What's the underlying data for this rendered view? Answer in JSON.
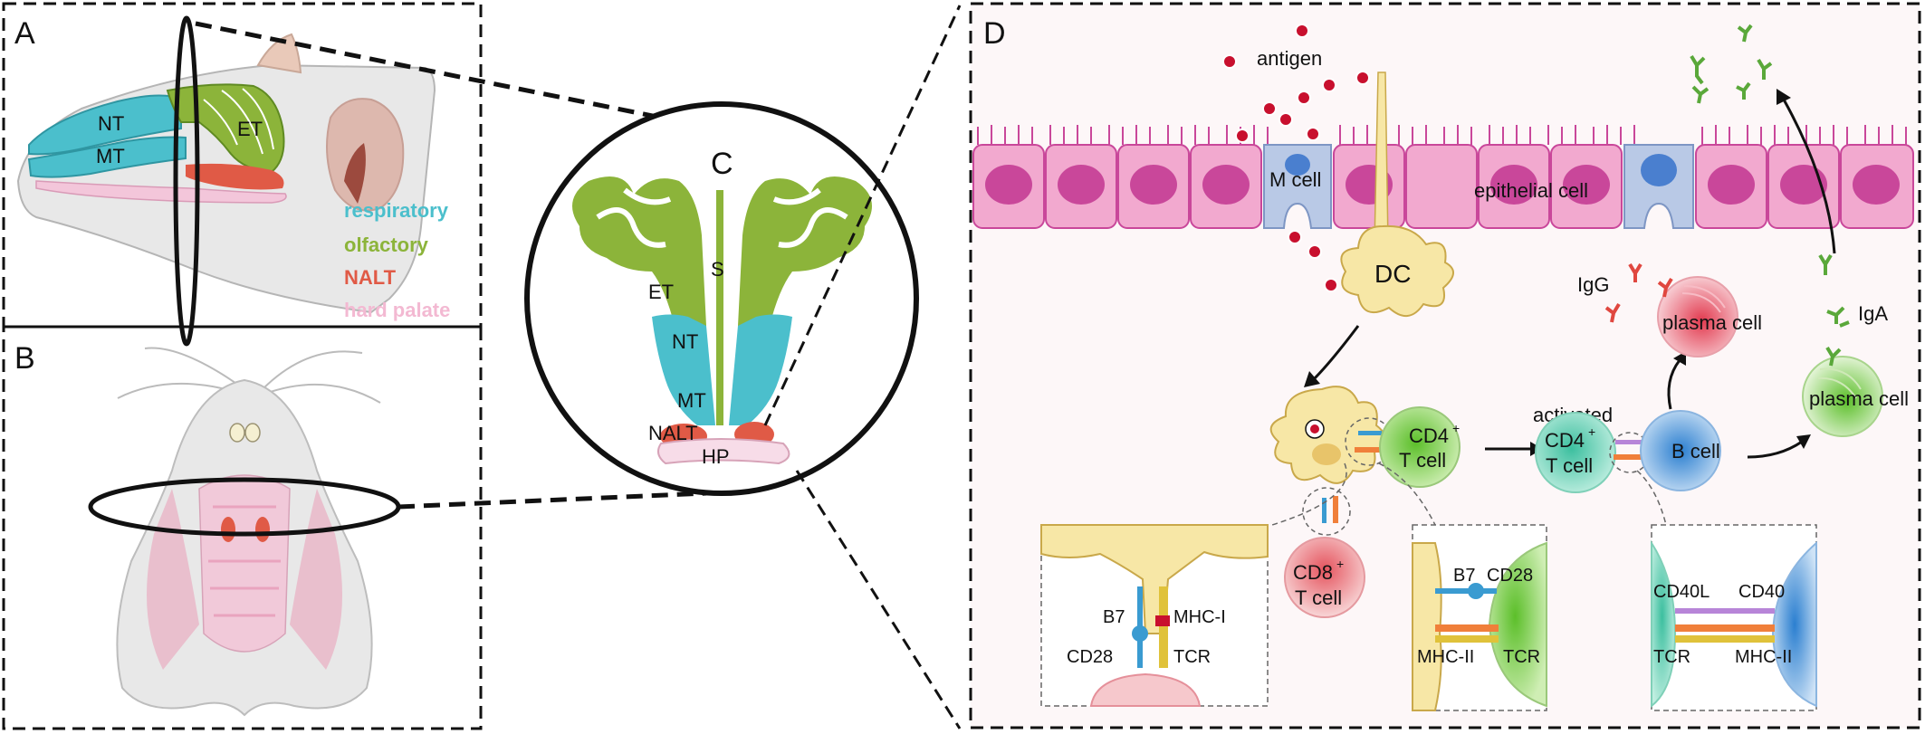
{
  "panels": {
    "a": "A",
    "b": "B",
    "c": "C",
    "d": "D"
  },
  "panel_a": {
    "nt": "NT",
    "mt": "MT",
    "et": "ET",
    "legend": [
      {
        "label": "respiratory",
        "color": "#4bbfcc"
      },
      {
        "label": "olfactory",
        "color": "#8cb43a"
      },
      {
        "label": "NALT",
        "color": "#e05a46"
      },
      {
        "label": "hard palate",
        "color": "#f3b9d2"
      }
    ]
  },
  "panel_c": {
    "s": "S",
    "et": "ET",
    "nt": "NT",
    "mt": "MT",
    "nalt": "NALT",
    "hp": "HP"
  },
  "panel_d": {
    "antigen": "antigen",
    "m_cell": "M cell",
    "epithelial_cell": "epithelial cell",
    "dc": "DC",
    "igg": "IgG",
    "iga": "IgA",
    "plasma_cell_1": "plasma cell",
    "plasma_cell_2": "plasma cell",
    "cd4_t_cell": {
      "name": "CD4",
      "sup": "+",
      "line2": "T cell"
    },
    "activated": "activated",
    "activated_cd4": {
      "name": "CD4",
      "sup": "+",
      "line2": "T cell"
    },
    "b_cell": "B cell",
    "cd8_t_cell": {
      "name": "CD8",
      "sup": "+",
      "line2": "T cell"
    },
    "inset1": {
      "b7": "B7",
      "mhc1": "MHC-I",
      "cd28": "CD28",
      "tcr": "TCR"
    },
    "inset2": {
      "b7": "B7",
      "cd28": "CD28",
      "mhc2": "MHC-II",
      "tcr": "TCR"
    },
    "inset3": {
      "cd40l": "CD40L",
      "cd40": "CD40",
      "tcr": "TCR",
      "mhc2": "MHC-II"
    }
  },
  "colors": {
    "respiratory": "#4bbfcc",
    "olfactory": "#8cb43a",
    "nalt": "#e05a46",
    "hard_palate": "#f3c6da",
    "epithelium": "#f2a9cf",
    "epithelium_nucleus": "#c9479a",
    "m_cell": "#b9c9e6",
    "dc": "#f7e7a6",
    "cd4": "#8dd15a",
    "cd8": "#e9898f",
    "b_cell": "#4a93d6",
    "plasma": "#e34a5c",
    "antigen": "#c8102e",
    "antibody_green": "#5aa83a",
    "antibody_red": "#e0473f"
  }
}
